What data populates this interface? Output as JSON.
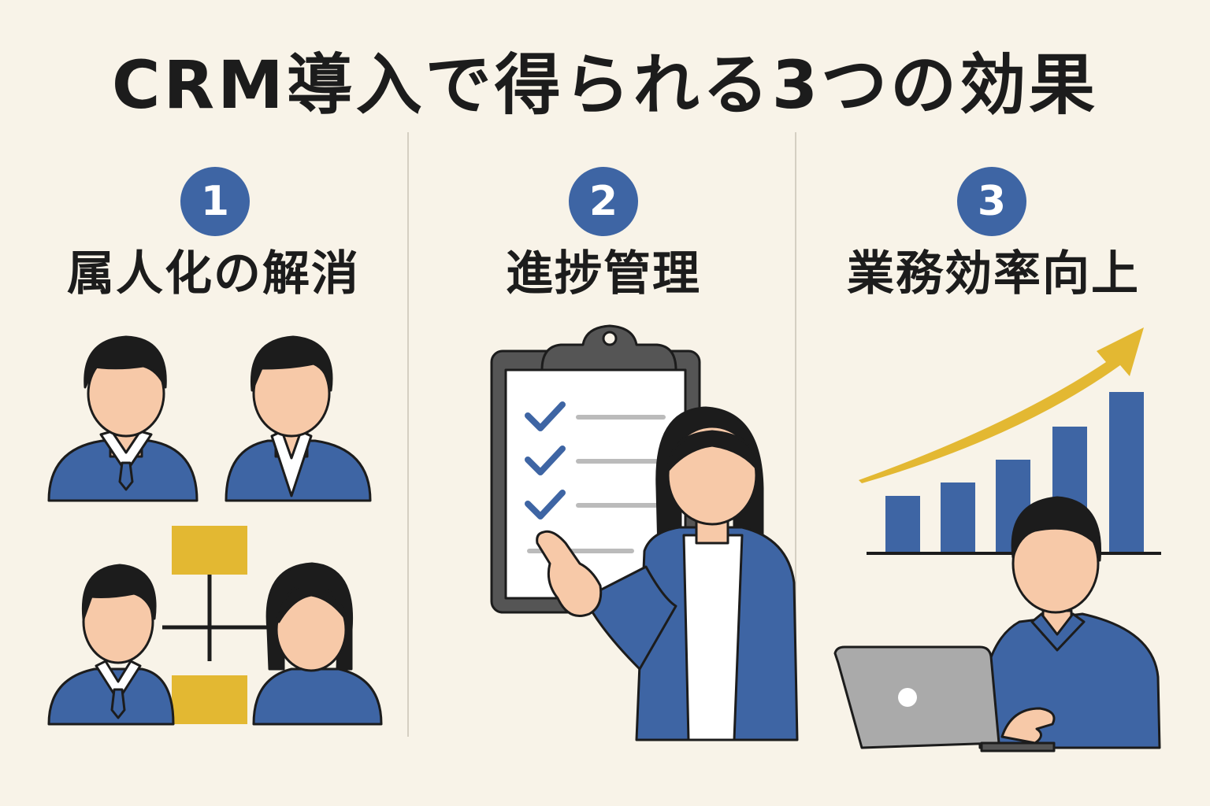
{
  "title": "CRM導入で得られる3つの効果",
  "colors": {
    "background": "#F8F3E8",
    "accent_blue": "#3E65A4",
    "accent_yellow": "#E3B832",
    "skin": "#F7C9A8",
    "ink": "#1c1c1c"
  },
  "effects": [
    {
      "number": "1",
      "heading": "属人化の解消",
      "icon": "team-sharing-illustration"
    },
    {
      "number": "2",
      "heading": "進捗管理",
      "icon": "clipboard-checklist-illustration"
    },
    {
      "number": "3",
      "heading": "業務効率向上",
      "icon": "growth-chart-laptop-illustration"
    }
  ]
}
